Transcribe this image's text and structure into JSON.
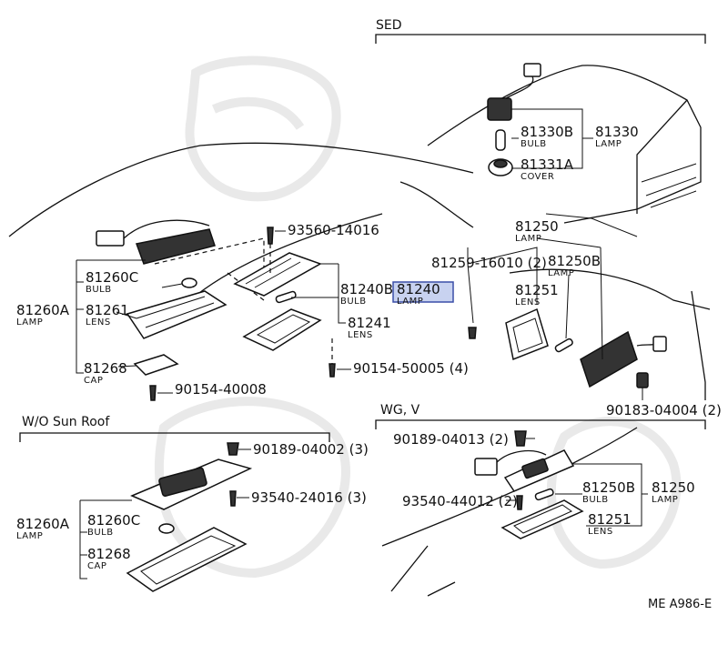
{
  "sections": {
    "sed": "SED",
    "wo_sun_roof": "W/O  Sun Roof",
    "wg_v": "WG, V"
  },
  "callouts": [
    {
      "id": "c-81330b",
      "number": "81330B",
      "desc": "BULB"
    },
    {
      "id": "c-81330",
      "number": "81330",
      "desc": "LAMP"
    },
    {
      "id": "c-81331a",
      "number": "81331A",
      "desc": "COVER"
    },
    {
      "id": "c-93560",
      "number": "93560-14016",
      "desc": ""
    },
    {
      "id": "c-81250-top",
      "number": "81250",
      "desc": "LAMP"
    },
    {
      "id": "c-81259",
      "number": "81259-16010 (2)",
      "desc": ""
    },
    {
      "id": "c-81250b-top",
      "number": "81250B",
      "desc": "LAMP"
    },
    {
      "id": "c-81251-top",
      "number": "81251",
      "desc": "LENS"
    },
    {
      "id": "c-81260c-top",
      "number": "81260C",
      "desc": "BULB"
    },
    {
      "id": "c-81260a-top",
      "number": "81260A",
      "desc": "LAMP"
    },
    {
      "id": "c-81261",
      "number": "81261",
      "desc": "LENS"
    },
    {
      "id": "c-81240b",
      "number": "81240B",
      "desc": "BULB"
    },
    {
      "id": "c-81240",
      "number": "81240",
      "desc": "LAMP",
      "highlighted": true
    },
    {
      "id": "c-81241",
      "number": "81241",
      "desc": "LENS"
    },
    {
      "id": "c-81268-top",
      "number": "81268",
      "desc": "CAP"
    },
    {
      "id": "c-90154-50005",
      "number": "90154-50005 (4)",
      "desc": ""
    },
    {
      "id": "c-90154-40008",
      "number": "90154-40008",
      "desc": ""
    },
    {
      "id": "c-90183",
      "number": "90183-04004 (2)",
      "desc": ""
    },
    {
      "id": "c-90189-a",
      "number": "90189-04002 (3)",
      "desc": ""
    },
    {
      "id": "c-90189-b",
      "number": "90189-04013 (2)",
      "desc": ""
    },
    {
      "id": "c-93540-24016",
      "number": "93540-24016 (3)",
      "desc": ""
    },
    {
      "id": "c-81260a-bot",
      "number": "81260A",
      "desc": "LAMP"
    },
    {
      "id": "c-81260c-bot",
      "number": "81260C",
      "desc": "BULB"
    },
    {
      "id": "c-81268-bot",
      "number": "81268",
      "desc": "CAP"
    },
    {
      "id": "c-93540-44012",
      "number": "93540-44012 (2)",
      "desc": ""
    },
    {
      "id": "c-81250b-bot",
      "number": "81250B",
      "desc": "BULB"
    },
    {
      "id": "c-81250-bot",
      "number": "81250",
      "desc": "LAMP"
    },
    {
      "id": "c-81251-bot",
      "number": "81251",
      "desc": "LENS"
    }
  ],
  "footer_code": "ME  A986-E",
  "colors": {
    "ink": "#111111",
    "highlight_fill": "#c8d2f0",
    "highlight_border": "#3b4fa8",
    "watermark": "#e9e9e9"
  }
}
